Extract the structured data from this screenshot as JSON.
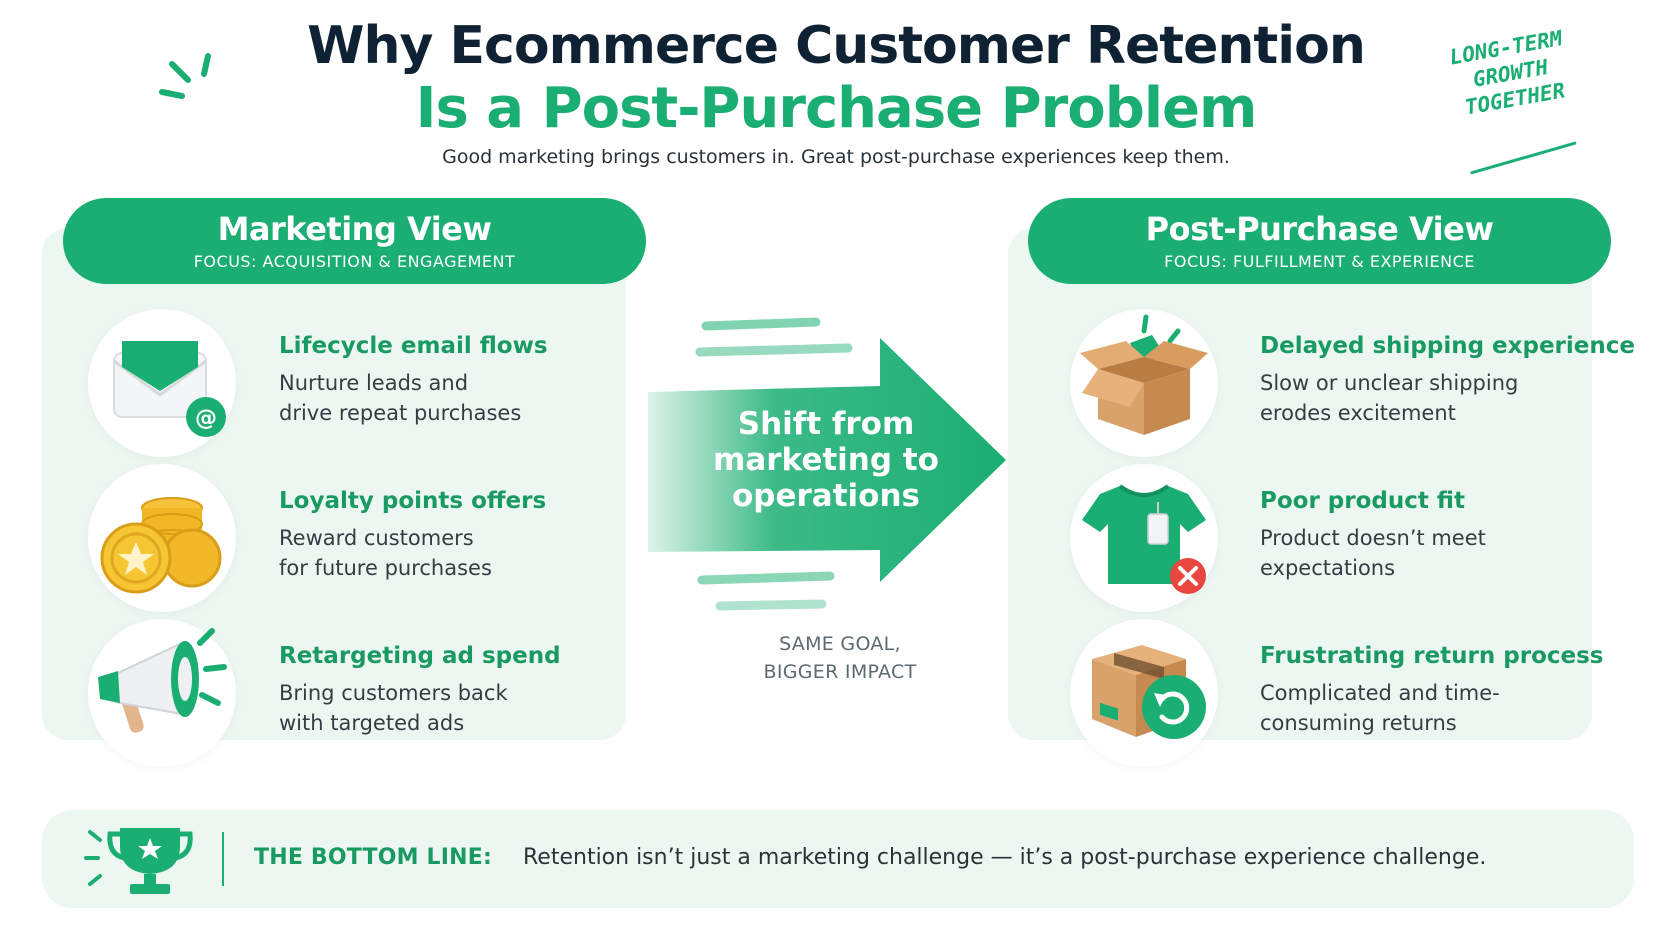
{
  "header": {
    "title_line1": "Why Ecommerce Customer Retention",
    "title_line2": "Is a Post-Purchase Problem",
    "subtitle": "Good marketing brings customers in. Great post-purchase experiences keep them.",
    "stamp": [
      "LONG-TERM",
      "GROWTH",
      "TOGETHER"
    ]
  },
  "colors": {
    "accent": "#1aae72",
    "dark_text": "#0f2233",
    "panel_bg": "#edf7f1",
    "alert_red": "#e8463f",
    "box_tan": "#d8a26a"
  },
  "marketing_view": {
    "heading": "Marketing View",
    "focus": "FOCUS: ACQUISITION & ENGAGEMENT",
    "items": [
      {
        "icon": "email-envelope-icon",
        "title": "Lifecycle email flows",
        "desc_line1": "Nurture leads and",
        "desc_line2": "drive repeat purchases"
      },
      {
        "icon": "coins-icon",
        "title": "Loyalty points offers",
        "desc_line1": "Reward customers",
        "desc_line2": "for future purchases"
      },
      {
        "icon": "megaphone-icon",
        "title": "Retargeting ad spend",
        "desc_line1": "Bring customers back",
        "desc_line2": "with targeted ads"
      }
    ]
  },
  "post_purchase_view": {
    "heading": "Post-Purchase View",
    "focus": "FOCUS: FULFILLMENT & EXPERIENCE",
    "items": [
      {
        "icon": "open-box-icon",
        "title": "Delayed shipping experience",
        "desc_line1": "Slow or unclear shipping",
        "desc_line2": "erodes excitement"
      },
      {
        "icon": "tshirt-reject-icon",
        "title": "Poor product fit",
        "desc_line1": "Product doesn’t meet",
        "desc_line2": "expectations"
      },
      {
        "icon": "return-box-icon",
        "title": "Frustrating return process",
        "desc_line1": "Complicated and time-",
        "desc_line2": "consuming returns"
      }
    ]
  },
  "center": {
    "arrow_line1": "Shift from",
    "arrow_line2": "marketing to",
    "arrow_line3": "operations",
    "note_line1": "SAME GOAL,",
    "note_line2": "BIGGER IMPACT"
  },
  "bottom_line": {
    "label": "THE BOTTOM LINE:",
    "text": "Retention isn’t just a marketing challenge — it’s a post-purchase experience challenge."
  }
}
